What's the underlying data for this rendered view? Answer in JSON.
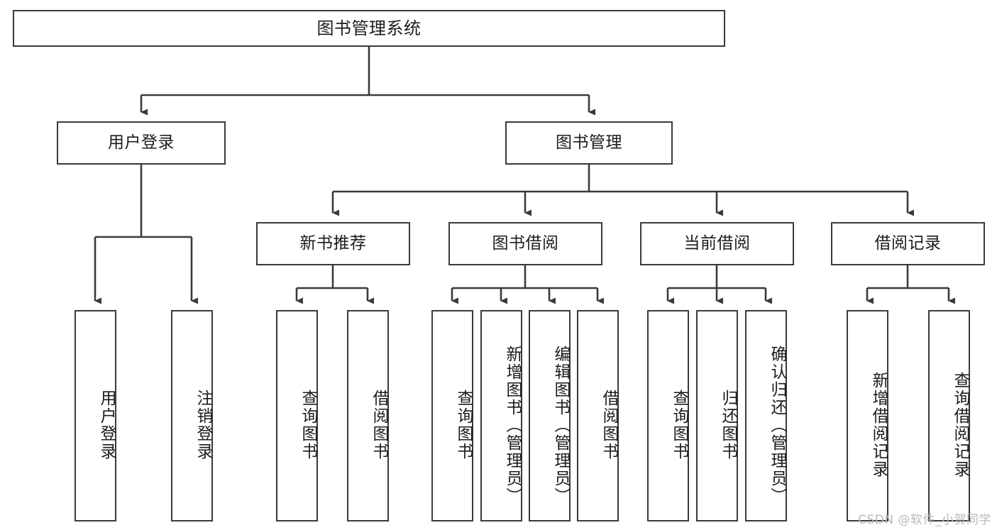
{
  "diagram": {
    "title": "图书管理系统",
    "watermark": "CSDN @软件_小贺同学",
    "line_color": "#3a3a3a",
    "box_border_color": "#3a3a3a",
    "box_fill_color": "#ffffff",
    "text_color": "#1c1c1c",
    "watermark_color": "#b9b9b9"
  },
  "nodes": {
    "root": {
      "label": "图书管理系统"
    },
    "level2": [
      {
        "label": "用户登录"
      },
      {
        "label": "图书管理"
      }
    ],
    "level3": [
      {
        "label": "新书推荐"
      },
      {
        "label": "图书借阅"
      },
      {
        "label": "当前借阅"
      },
      {
        "label": "借阅记录"
      }
    ],
    "leaves": {
      "user_login": [
        {
          "label": "用户登录"
        },
        {
          "label": "注销登录"
        }
      ],
      "new_book_recommend": [
        {
          "label": "查询图书"
        },
        {
          "label": "借阅图书"
        }
      ],
      "book_borrow": [
        {
          "label": "查询图书"
        },
        {
          "label": "新增图书（管理员）"
        },
        {
          "label": "编辑图书（管理员）"
        },
        {
          "label": "借阅图书"
        }
      ],
      "current_borrow": [
        {
          "label": "查询图书"
        },
        {
          "label": "归还图书"
        },
        {
          "label": "确认归还（管理员）"
        }
      ],
      "borrow_record": [
        {
          "label": "新增借阅记录"
        },
        {
          "label": "查询借阅记录"
        }
      ]
    }
  }
}
